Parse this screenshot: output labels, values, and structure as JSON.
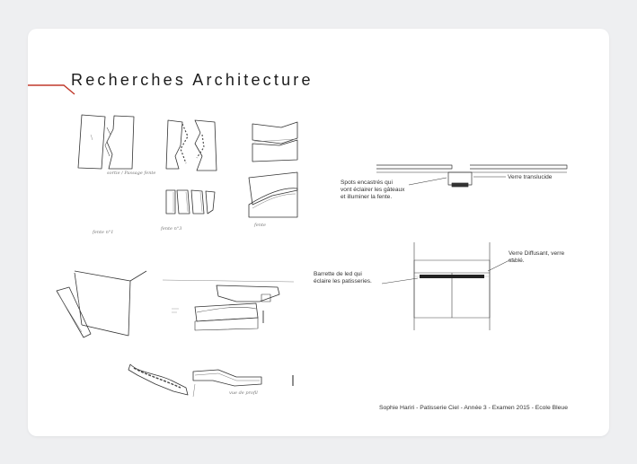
{
  "slide": {
    "title": "Recherches Architecture",
    "accent_color": "#c0392b",
    "footer": "Sophie Hariri - Patisserie Ciel - Année 3 - Examen 2015 - Ecole Bleue"
  },
  "handwritten": {
    "caption_1": "sortie / Passage fente",
    "caption_2": "fente n°1",
    "caption_3": "fente n°3",
    "caption_4": "fente",
    "caption_5": "vue de profil"
  },
  "diagrams": {
    "top": {
      "note_left": "Spots encastrés qui\nvont éclairer les gâteaux\net illuminer la fente.",
      "note_right": "Verre translucide"
    },
    "bottom": {
      "note_left": "Barrette de led qui\néclaire les patisseries.",
      "note_right": "Verre Diffusant, verre\nsablé."
    }
  }
}
